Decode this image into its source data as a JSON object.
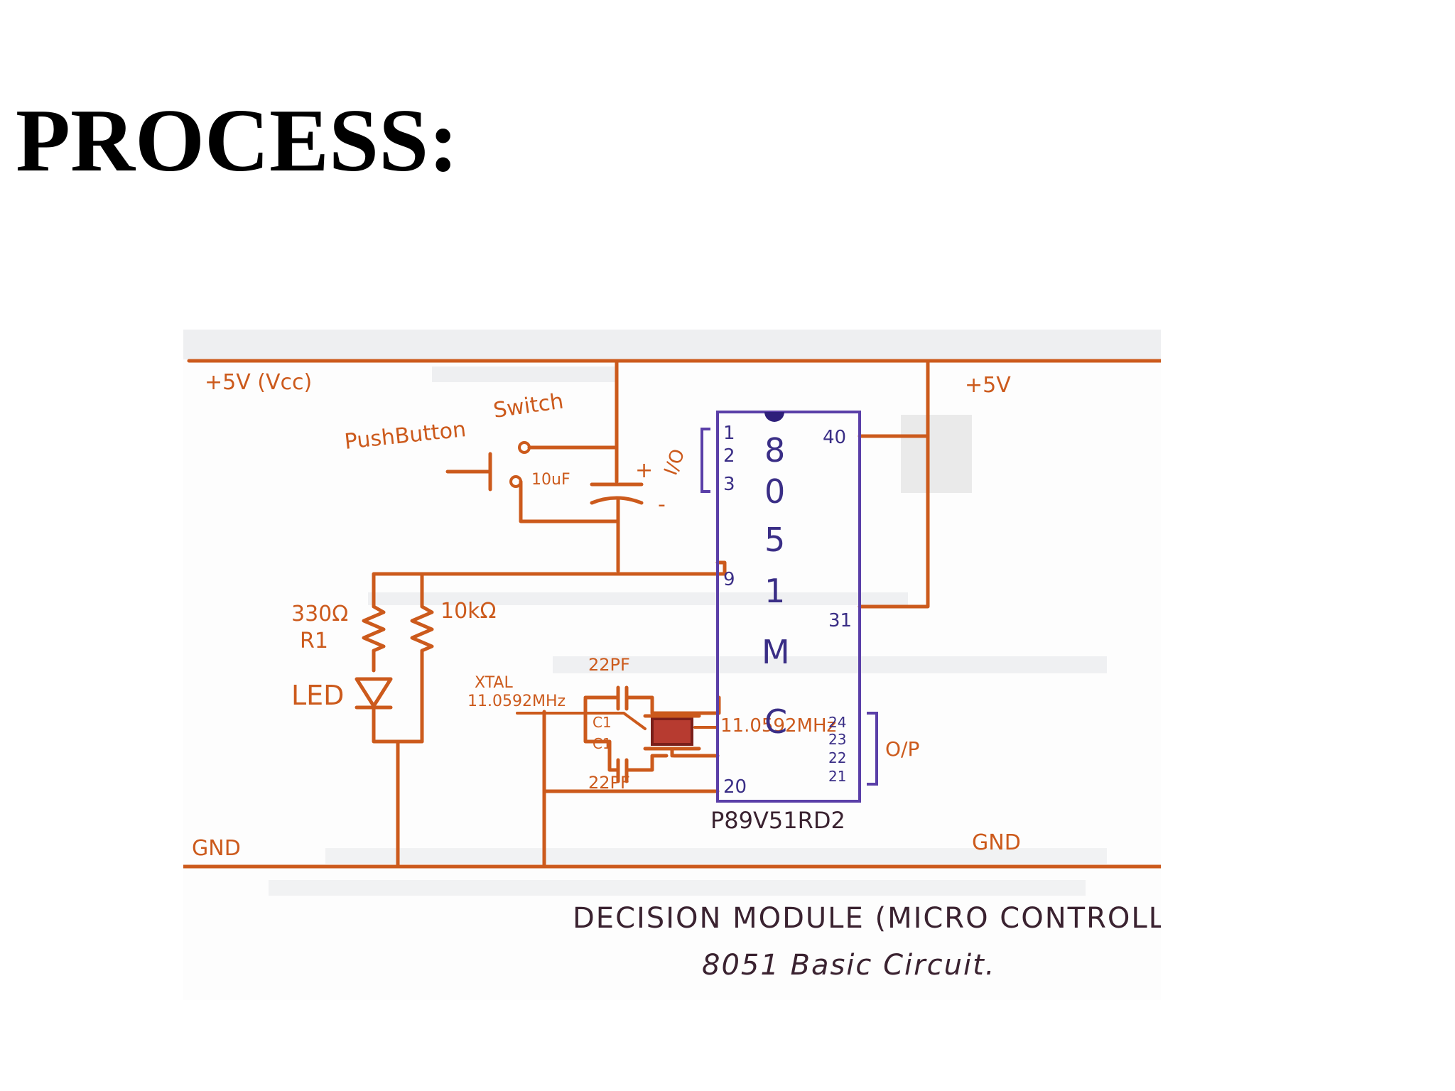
{
  "slide": {
    "title": "PROCESS",
    "title_suffix": ":"
  },
  "schematic": {
    "rail_top": "+5V (Vcc)",
    "rail_top_right": "+5V",
    "rail_bottom": "GND",
    "rail_bottom_right": "GND",
    "switch_label": "Switch",
    "pushbutton_label": "PushButton",
    "capacitor_10uf": "10uF",
    "cap_plus": "+",
    "cap_minus": "-",
    "resistor_330": "330Ω",
    "resistor_330_sub": "R1",
    "resistor_10k": "10kΩ",
    "led_label": "LED",
    "xtal_label": "XTAL",
    "xtal_freq_left": "11.0592MHz",
    "xtal_freq_right": "11.0592MHz",
    "cap_top": "22PF",
    "cap_bottom": "22PF",
    "c1": "C1",
    "c2": "C1",
    "io_label": "I/O",
    "op_label": "O/P",
    "chip_label": "P89V51RD2",
    "chip_letters": [
      "8",
      "0",
      "5",
      "1",
      "M",
      "C"
    ],
    "pins": {
      "p1": "1",
      "p2": "2",
      "p3": "3",
      "p9": "9",
      "p20": "20",
      "p40": "40",
      "p31": "31",
      "p24": "24",
      "p23": "23",
      "p22": "22",
      "p21": "21"
    },
    "caption_line1": "DECISION MODULE (MICRO CONTROLLER)",
    "caption_line2": "8051 Basic Circuit."
  },
  "colors": {
    "wire": "#cc5a1c",
    "chip": "#5a3fa8",
    "text": "#000000"
  }
}
